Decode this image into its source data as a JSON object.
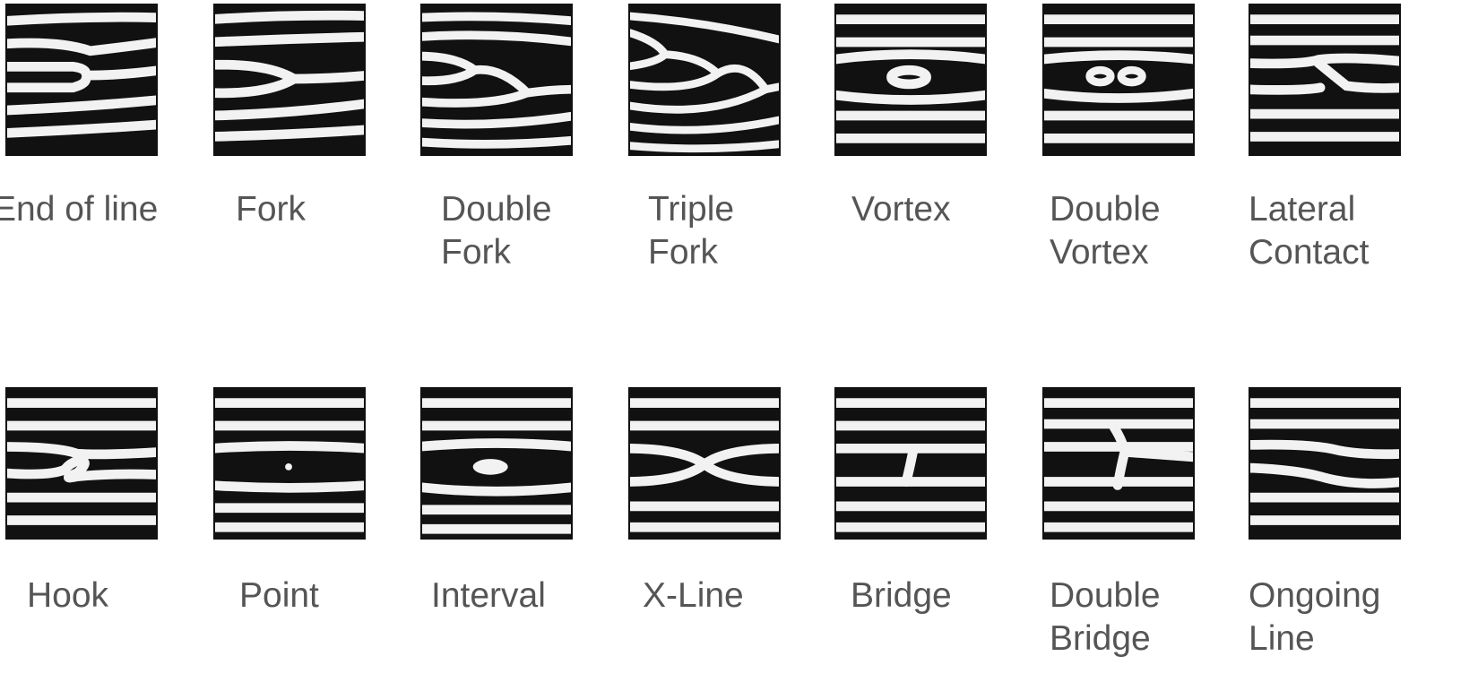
{
  "patterns": [
    {
      "id": "end-of-line",
      "lines": [
        "End of line"
      ]
    },
    {
      "id": "fork",
      "lines": [
        "Fork"
      ]
    },
    {
      "id": "double-fork",
      "lines": [
        "Double",
        "Fork"
      ]
    },
    {
      "id": "triple-fork",
      "lines": [
        "Triple",
        "Fork"
      ]
    },
    {
      "id": "vortex",
      "lines": [
        "Vortex"
      ]
    },
    {
      "id": "double-vortex",
      "lines": [
        "Double",
        "Vortex"
      ]
    },
    {
      "id": "lateral-contact",
      "lines": [
        "Lateral",
        "Contact"
      ]
    },
    {
      "id": "hook",
      "lines": [
        "Hook"
      ]
    },
    {
      "id": "point",
      "lines": [
        "Point"
      ]
    },
    {
      "id": "interval",
      "lines": [
        "Interval"
      ]
    },
    {
      "id": "x-line",
      "lines": [
        "X-Line"
      ]
    },
    {
      "id": "bridge",
      "lines": [
        "Bridge"
      ]
    },
    {
      "id": "double-bridge",
      "lines": [
        "Double",
        "Bridge"
      ]
    },
    {
      "id": "ongoing-line",
      "lines": [
        "Ongoing",
        "Line"
      ]
    }
  ],
  "colors": {
    "stripe_dark": "#111111",
    "stripe_light": "#f2f2f2",
    "label": "#555555"
  }
}
